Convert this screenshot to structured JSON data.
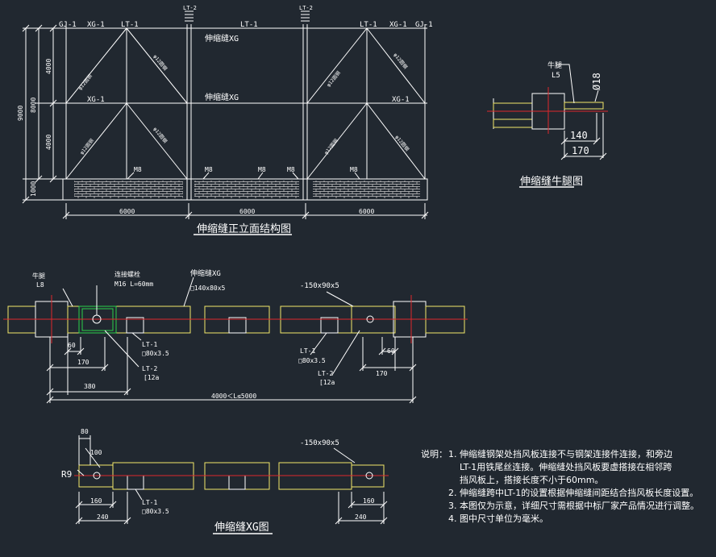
{
  "elevation": {
    "title": "伸缩缝正立面结构图",
    "top_labels": [
      "GJ-1",
      "XG-1",
      "LT-1",
      "LT-1",
      "LT-1",
      "XG-1",
      "GJ-1"
    ],
    "mid_labels": [
      "XG-1",
      "XG-1"
    ],
    "band_labels": [
      "伸缩缝XG",
      "伸缩缝XG"
    ],
    "top_mark": "LT-2",
    "brace_label": "φ12圆钢",
    "m_labels": [
      "M8",
      "M8",
      "M8",
      "M8",
      "M8"
    ],
    "dims_vertical": [
      "9000",
      "8000",
      "4000",
      "4000",
      "1000"
    ],
    "dims_bottom": [
      "6000",
      "6000",
      "6000"
    ]
  },
  "corbel": {
    "title": "伸缩缝牛腿图",
    "label": "牛腿",
    "label_sub": "L5",
    "pin": "Ø18",
    "dims": [
      "140",
      "170"
    ]
  },
  "plan": {
    "corbel_label": "牛腿",
    "corbel_sub": "L8",
    "bolt_label": "连接螺栓",
    "bolt_sub": "M16 L=60mm",
    "xg_label": "伸缩缝XG",
    "xg_sub": "□140x80x5",
    "plate": "-150x90x5",
    "lt1": "LT-1",
    "lt1_sub": "□80x3.5",
    "lt2": "LT-2",
    "lt2_sub": "[12a",
    "dims": [
      "60",
      "170",
      "380",
      "60",
      "170"
    ],
    "span": "4000＜L≤5000"
  },
  "xg": {
    "title": "伸缩缝XG图",
    "plate": "-150x90x5",
    "r": "R9",
    "dims": [
      "80",
      "100",
      "160",
      "240",
      "160",
      "240"
    ],
    "lt1": "LT-1",
    "lt1_sub": "□80x3.5"
  },
  "notes": {
    "lead": "说明：",
    "items": [
      "1. 伸缩缝钢架处挡风板连接不与钢架连接件连接，和旁边",
      "LT-1用铁尾丝连接。伸缩缝处挡风板要虚搭接在相邻跨",
      "挡风板上，搭接长度不小于60mm。",
      "2. 伸缩缝跨中LT-1的设置根据伸缩缝间距结合挡风板长度设置。",
      "3. 本图仅为示意，详细尺寸需根据中标厂家产品情况进行调整。",
      "4. 图中尺寸单位为毫米。"
    ]
  },
  "colors": {
    "background": "#212830",
    "line": "#ffffff",
    "member": "#f2e86a",
    "axis": "#e0272b",
    "bolt": "#2ad14a",
    "brick": "#c8c8c8"
  }
}
